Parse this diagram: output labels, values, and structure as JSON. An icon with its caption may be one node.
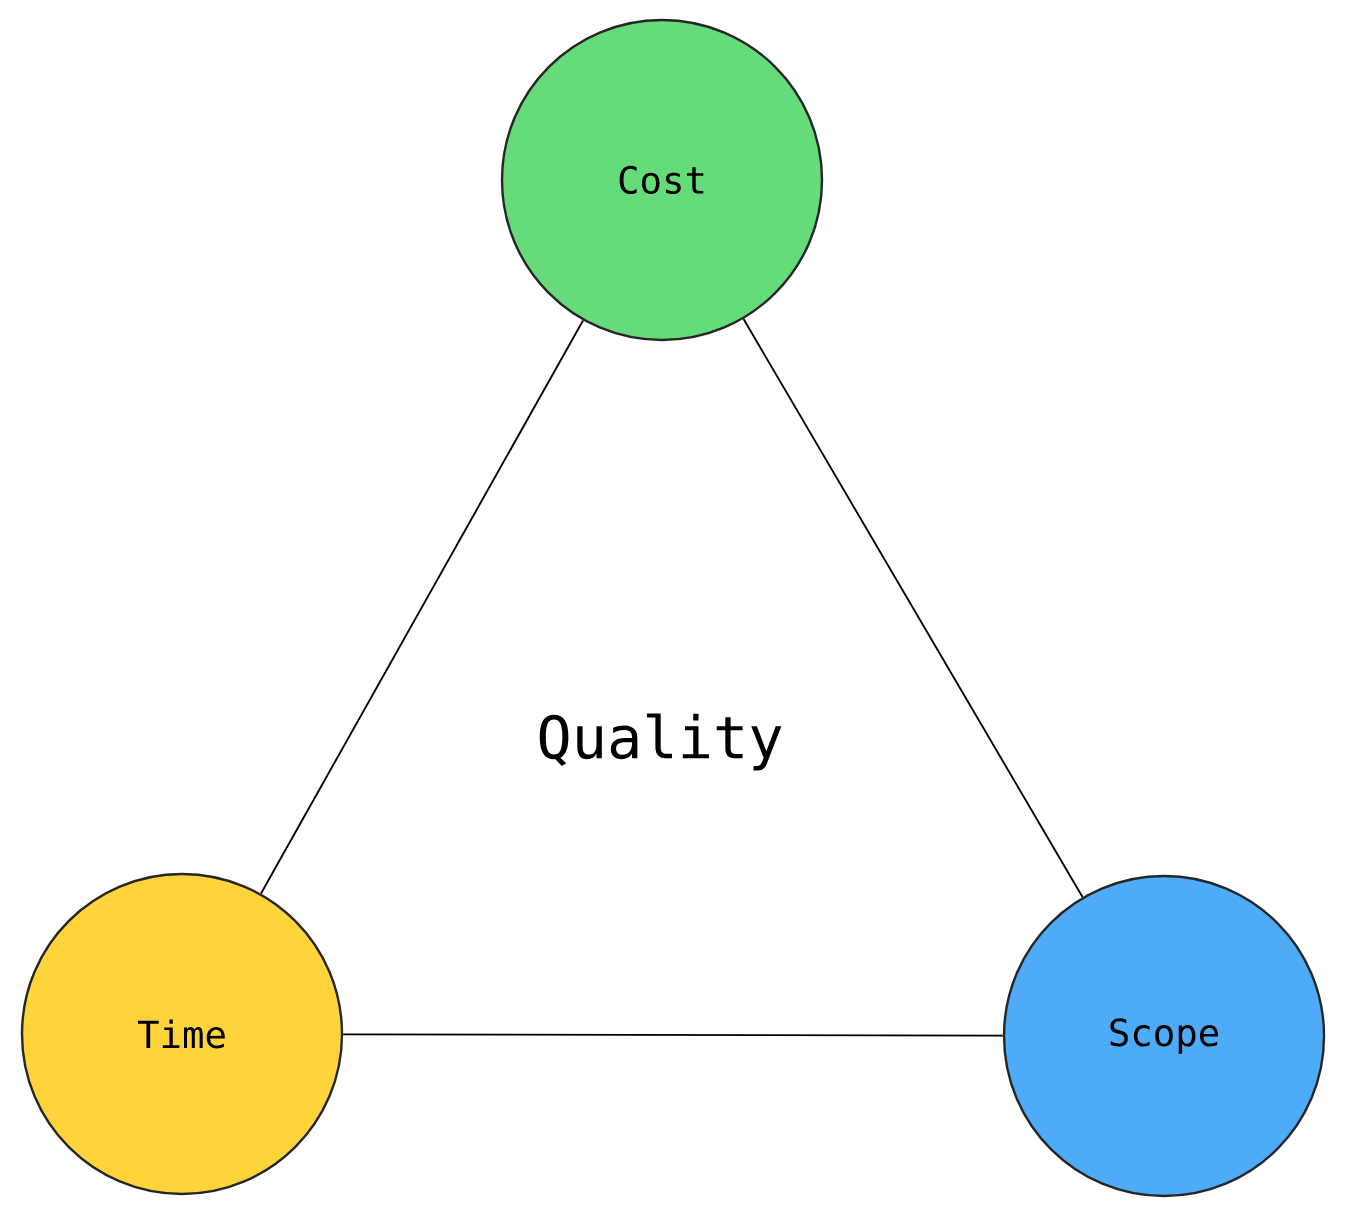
{
  "diagram": {
    "nodes": [
      {
        "text": [
          "Cost"
        ]
      },
      {
        "text": [
          "Time"
        ]
      },
      {
        "text": [
          "Scope"
        ]
      }
    ],
    "edges": [
      {
        "from": 0,
        "to": 1,
        "arrow": "none"
      },
      {
        "from": 0,
        "to": 2,
        "arrow": "none"
      },
      {
        "from": 1,
        "to": 2,
        "arrow": "none"
      }
    ],
    "labels": [
      "Quality"
    ]
  }
}
